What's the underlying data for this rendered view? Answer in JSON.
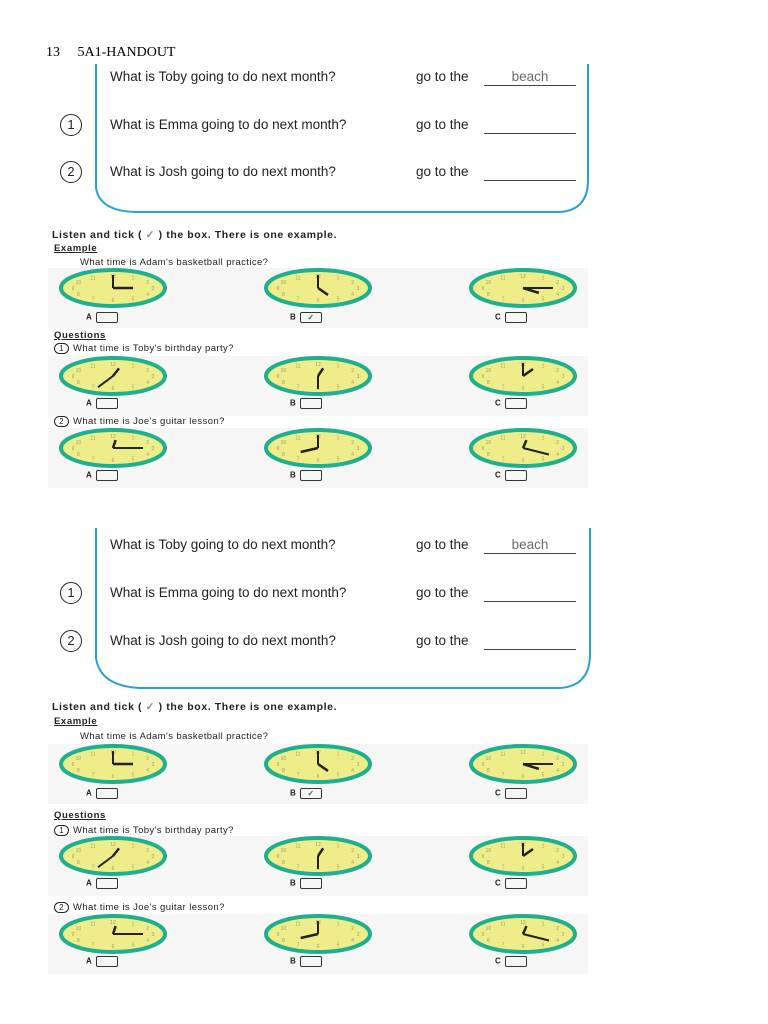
{
  "header": {
    "page_num": "13",
    "title": "5A1-HANDOUT"
  },
  "sections": [
    {
      "rows": [
        {
          "num": "",
          "question": "What is Toby going to do next month?",
          "goto": "go to the",
          "answer": "beach"
        },
        {
          "num": "1",
          "question": "What is Emma going to do next month?",
          "goto": "go to the",
          "answer": ""
        },
        {
          "num": "2",
          "question": "What is Josh going to do next month?",
          "goto": "go to the",
          "answer": ""
        }
      ],
      "listen_pre": "Listen and tick (",
      "listen_tick": "✓",
      "listen_post": ") the box. There is one example.",
      "example_label": "Example",
      "example_q": "What time is Adam's basketball practice?",
      "questions_label": "Questions",
      "q1_num": "1",
      "q1": "What time is Toby's birthday party?",
      "q2_num": "2",
      "q2": "What time is Joe's guitar lesson?",
      "options": [
        "A",
        "B",
        "C"
      ],
      "example_ticked": "✓"
    },
    {
      "rows": [
        {
          "num": "",
          "question": "What is Toby going to do next month?",
          "goto": "go to the",
          "answer": "beach"
        },
        {
          "num": "1",
          "question": "What is Emma going to do next month?",
          "goto": "go to the",
          "answer": ""
        },
        {
          "num": "2",
          "question": "What is Josh going to do next month?",
          "goto": "go to the",
          "answer": ""
        }
      ],
      "listen_pre": "Listen and tick (",
      "listen_tick": "✓",
      "listen_post": ") the box. There is one example.",
      "example_label": "Example",
      "example_q": "What time is Adam's basketball practice?",
      "questions_label": "Questions",
      "q1_num": "1",
      "q1": "What time is Toby's birthday party?",
      "q2_num": "2",
      "q2": "What time is Joe's guitar lesson?",
      "options": [
        "A",
        "B",
        "C"
      ],
      "example_ticked": "✓"
    }
  ],
  "colors": {
    "clock_face": "#eeed8a",
    "clock_rim": "#1fae8e",
    "box_line": "#2aa0d6"
  }
}
